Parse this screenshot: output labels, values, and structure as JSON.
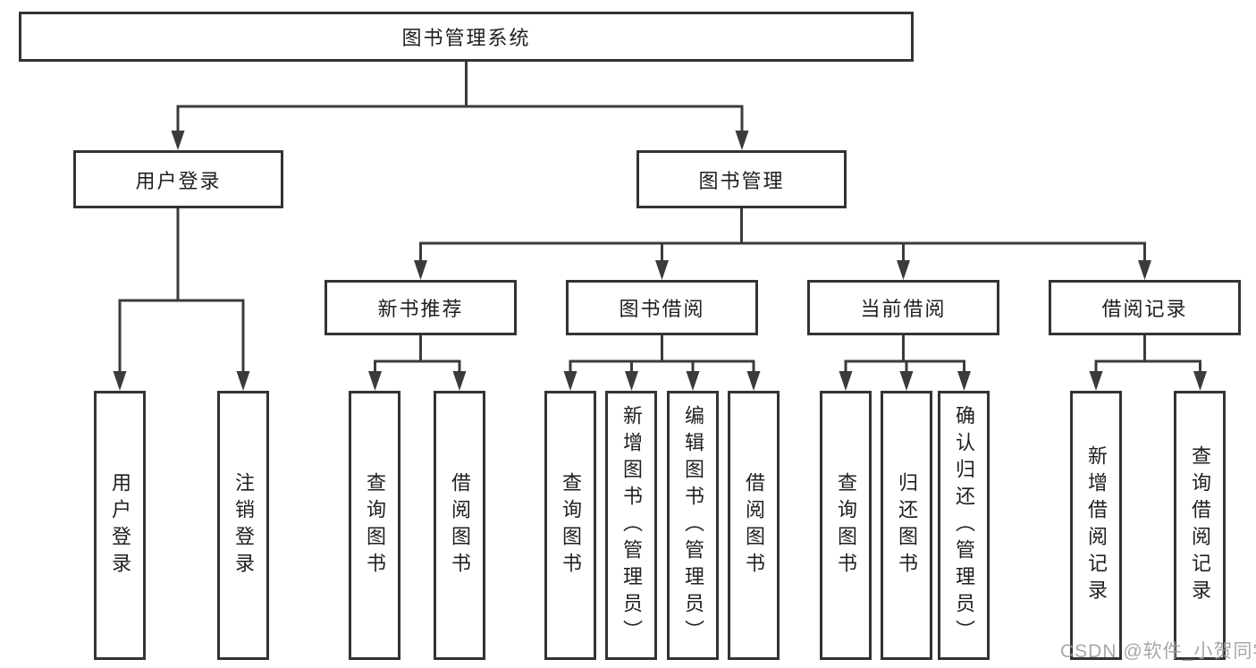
{
  "diagram": {
    "title": "图书管理系统",
    "watermark": "CSDN @软件_小贺同学",
    "colors": {
      "background": "#ffffff",
      "line": "#3b3b3b",
      "box_border": "#333333",
      "box_fill": "#ffffff",
      "text": "#1f1f1f",
      "watermark": "#9e9e9e"
    },
    "nodes": {
      "root": {
        "label": "图书管理系统"
      },
      "user_login": {
        "label": "用户登录"
      },
      "book_management": {
        "label": "图书管理"
      },
      "leaf_user_login": {
        "label": "用户登录"
      },
      "leaf_logout": {
        "label": "注销登录"
      },
      "new_book_recommend": {
        "label": "新书推荐"
      },
      "book_borrow": {
        "label": "图书借阅"
      },
      "current_borrow": {
        "label": "当前借阅"
      },
      "borrow_record": {
        "label": "借阅记录"
      },
      "nbr_query_book": {
        "label": "查询图书"
      },
      "nbr_borrow_book": {
        "label": "借阅图书"
      },
      "bb_query_book": {
        "label": "查询图书"
      },
      "bb_add_book": {
        "label": "新增图书（管理员）"
      },
      "bb_edit_book": {
        "label": "编辑图书（管理员）"
      },
      "bb_borrow_book": {
        "label": "借阅图书"
      },
      "cb_query_book": {
        "label": "查询图书"
      },
      "cb_return_book": {
        "label": "归还图书"
      },
      "cb_confirm_return": {
        "label": "确认归还（管理员）"
      },
      "br_add_record": {
        "label": "新增借阅记录"
      },
      "br_query_record": {
        "label": "查询借阅记录"
      }
    }
  }
}
